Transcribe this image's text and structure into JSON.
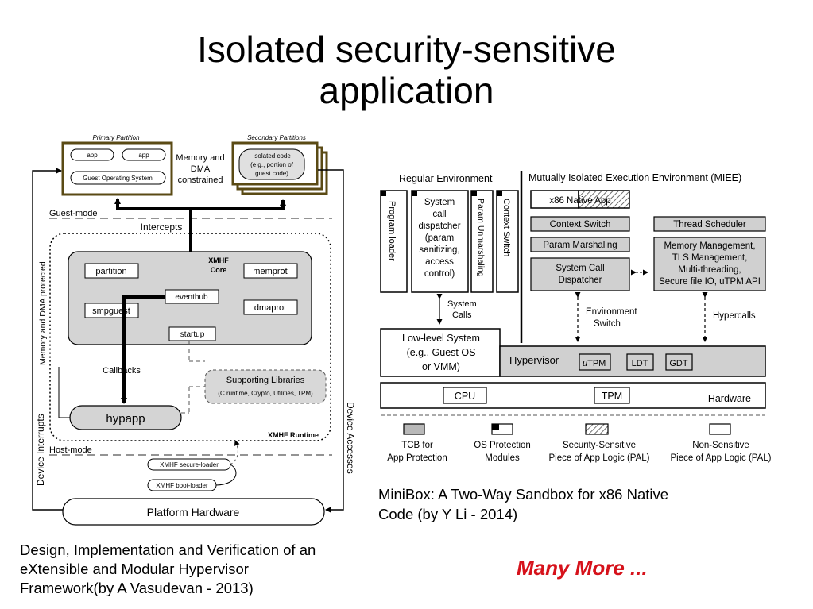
{
  "slide": {
    "title_line1": "Isolated security-sensitive",
    "title_line2": "application",
    "caption_left_1": "Design, Implementation and Verification of an",
    "caption_left_2": "eXtensible and Modular Hypervisor",
    "caption_left_3": "Framework(by A Vasudevan - 2013)",
    "caption_right_1": "MiniBox: A Two-Way Sandbox for x86 Native",
    "caption_right_2": "Code (by Y Li - 2014)",
    "many_more": "Many More ...",
    "accent_color": "#d6121b"
  },
  "xmhf": {
    "primary_partition": "Primary Partition",
    "secondary_partitions": "Secondary Partitions",
    "app1": "app",
    "app2": "app",
    "guest_os": "Guest Operating System",
    "memory_dma_1": "Memory and",
    "memory_dma_2": "DMA",
    "memory_dma_3": "constrained",
    "isolated_1": "Isolated code",
    "isolated_2": "(e.g., portion of",
    "isolated_3": "guest code)",
    "guest_mode": "Guest-mode",
    "intercepts": "Intercepts",
    "core_1": "XMHF",
    "core_2": "Core",
    "partition": "partition",
    "memprot": "memprot",
    "eventhub": "eventhub",
    "smpguest": "smpguest",
    "dmaprot": "dmaprot",
    "startup": "startup",
    "callbacks": "Callbacks",
    "supporting_1": "Supporting Libraries",
    "supporting_2": "(C runtime, Crypto, Utilities, TPM)",
    "hypapp": "hypapp",
    "runtime": "XMHF Runtime",
    "host_mode": "Host-mode",
    "secure_loader": "XMHF secure-loader",
    "boot_loader": "XMHF boot-loader",
    "platform_hw": "Platform Hardware",
    "mem_dma_protected": "Memory and DMA protected",
    "device_interrupts": "Device Interrupts",
    "device_accesses": "Device Accesses"
  },
  "minibox": {
    "regular_env": "Regular Environment",
    "miee": "Mutually Isolated Execution Environment (MIEE)",
    "program_loader": "Program loader",
    "sysdisp_1": "System",
    "sysdisp_2": "call",
    "sysdisp_3": "dispatcher",
    "sysdisp_4": "(param",
    "sysdisp_5": "sanitizing,",
    "sysdisp_6": "access",
    "sysdisp_7": "control)",
    "param_unmarshaling": "Param Unmarshaling",
    "context_switch_v": "Context Switch",
    "x86_native_app": "x86 Native App",
    "context_switch": "Context Switch",
    "thread_scheduler": "Thread Scheduler",
    "param_marshaling": "Param Marshaling",
    "memmgmt_1": "Memory Management,",
    "memmgmt_2": "TLS Management,",
    "memmgmt_3": "Multi-threading,",
    "memmgmt_4": "Secure file IO, uTPM API",
    "scd_1": "System Call",
    "scd_2": "Dispatcher",
    "system_calls_1": "System",
    "system_calls_2": "Calls",
    "env_switch_1": "Environment",
    "env_switch_2": "Switch",
    "hypercalls": "Hypercalls",
    "lowlevel_1": "Low-level System",
    "lowlevel_2": "(e.g., Guest  OS",
    "lowlevel_3": "or VMM)",
    "hypervisor": "Hypervisor",
    "utpm_u": "u",
    "utpm_rest": "TPM",
    "ldt": "LDT",
    "gdt": "GDT",
    "cpu": "CPU",
    "tpm": "TPM",
    "hardware": "Hardware",
    "leg1_1": "TCB for",
    "leg1_2": "App Protection",
    "leg2_1": "OS Protection",
    "leg2_2": "Modules",
    "leg3_1": "Security-Sensitive",
    "leg3_2": "Piece of App Logic (PAL)",
    "leg4_1": "Non-Sensitive",
    "leg4_2": "Piece of App Logic (PAL)"
  }
}
